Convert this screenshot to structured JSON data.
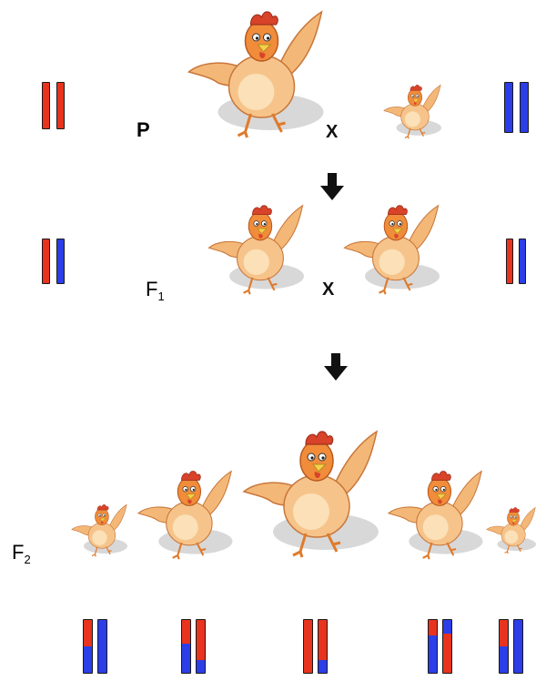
{
  "labels": {
    "parent": "P",
    "f1_main": "F",
    "f1_sub": "1",
    "f2_main": "F",
    "f2_sub": "2",
    "cross": "X"
  },
  "colors": {
    "red": "#e8331e",
    "blue": "#2b3ee8",
    "hen_body": "#f6c48a",
    "hen_shade": "#e99b55",
    "comb": "#d8432a",
    "shadow": "#d8d8d8"
  },
  "icons": [
    "hen-icon",
    "down-arrow-icon",
    "chromosome-pair-icon"
  ],
  "generations": {
    "P": {
      "left_pair": [
        "red",
        "red"
      ],
      "right_pair": [
        "blue",
        "blue"
      ]
    },
    "F1": {
      "left_pair": [
        "red",
        "blue"
      ],
      "right_pair": [
        "red",
        "blue"
      ]
    },
    "F2": [
      {
        "pair": [
          [
            [
              "red",
              0.5
            ],
            [
              "blue",
              0.5
            ]
          ],
          [
            [
              "blue",
              1.0
            ]
          ]
        ]
      },
      {
        "pair": [
          [
            [
              "red",
              0.45
            ],
            [
              "blue",
              0.55
            ]
          ],
          [
            [
              "red",
              0.75
            ],
            [
              "blue",
              0.25
            ]
          ]
        ]
      },
      {
        "pair": [
          [
            [
              "red",
              1.0
            ]
          ],
          [
            [
              "red",
              0.75
            ],
            [
              "blue",
              0.25
            ]
          ]
        ]
      },
      {
        "pair": [
          [
            [
              "red",
              0.3
            ],
            [
              "blue",
              0.7
            ]
          ],
          [
            [
              "blue",
              0.25
            ],
            [
              "red",
              0.75
            ]
          ]
        ]
      },
      {
        "pair": [
          [
            [
              "red",
              0.5
            ],
            [
              "blue",
              0.5
            ]
          ],
          [
            [
              "blue",
              1.0
            ]
          ]
        ]
      }
    ]
  }
}
